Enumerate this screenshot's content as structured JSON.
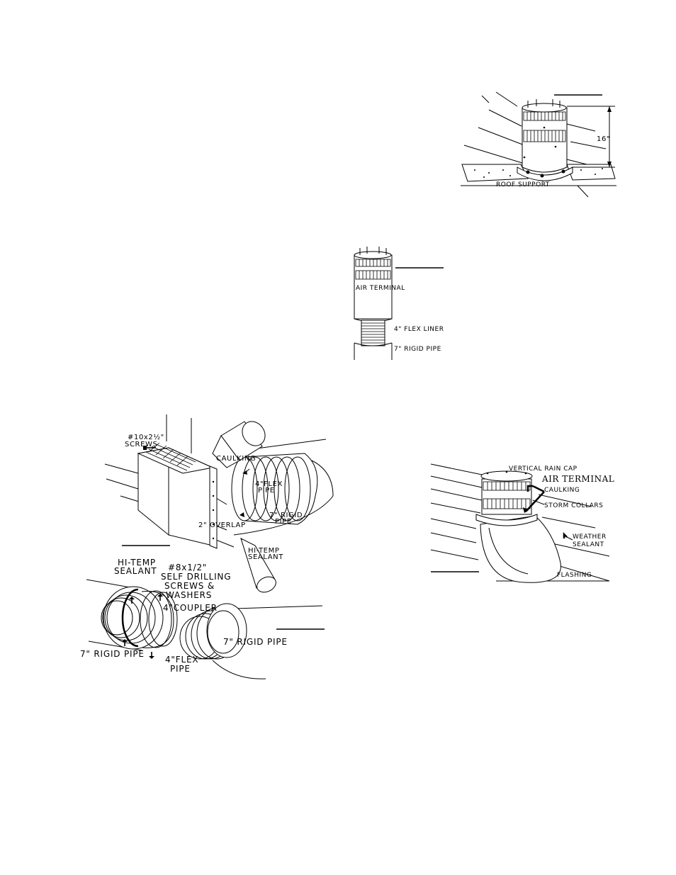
{
  "figures": {
    "roof_support": {
      "dimension_label": "16\"",
      "roof_support_label": "ROOF SUPPORT"
    },
    "air_terminal_liner": {
      "air_terminal_label": "AIR TERMINAL",
      "flex_liner_label": "4\" FLEX LINER",
      "rigid_pipe_label": "7\" RIGID PIPE"
    },
    "wall_terminal": {
      "screws_label_line1": "#10x2½\"",
      "screws_label_line2": "SCREWS",
      "caulking_label": "CAULKING",
      "flex_pipe_label_line1": "4\"FLEX",
      "flex_pipe_label_line2": "PIPE",
      "overlap_label": "2\" OVERLAP",
      "rigid_pipe_label_line1": "7\" RIGID",
      "rigid_pipe_label_line2": "PIPE",
      "sealant_label_line1": "HI-TEMP",
      "sealant_label_line2": "SEALANT"
    },
    "coupler": {
      "sealant_label_line1": "HI-TEMP",
      "sealant_label_line2": "SEALANT",
      "screws_label_line1": "#8x1/2\"",
      "screws_label_line2": "SELF DRILLING",
      "screws_label_line3": "SCREWS &",
      "screws_label_line4": "WASHERS",
      "coupler_label": "4\"COUPLER",
      "rigid_pipe_label_left": "7\" RIGID PIPE",
      "flex_pipe_label_line1": "4\"FLEX",
      "flex_pipe_label_line2": "PIPE",
      "rigid_pipe_label_right": "7\" RIGID PIPE"
    },
    "roof_flashing": {
      "rain_cap_label": "VERTICAL RAIN CAP",
      "air_terminal_label": "AIR TERMINAL",
      "caulking_label": "CAULKING",
      "storm_collars_label": "STORM COLLARS",
      "weather_sealant_line1": "WEATHER",
      "weather_sealant_line2": "SEALANT",
      "flashing_label": "FLASHING"
    }
  }
}
